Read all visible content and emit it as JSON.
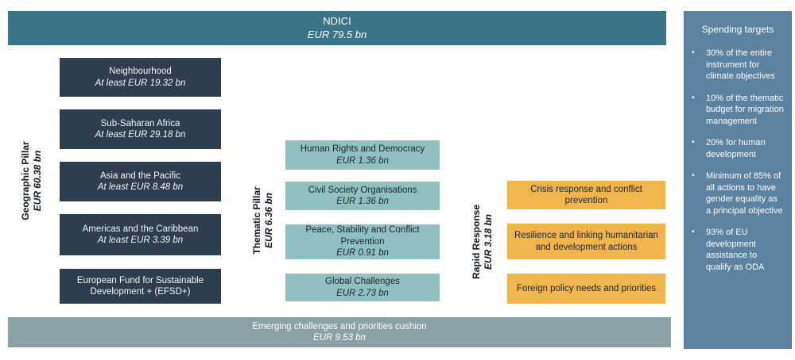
{
  "header": {
    "title": "NDICI",
    "amount": "EUR 79.5 bn"
  },
  "pillars": [
    {
      "label": "Geographic Pillar",
      "amount": "EUR 60.38 bn",
      "boxes": [
        {
          "title": "Neighbourhood",
          "amount": "At least EUR 19.32 bn"
        },
        {
          "title": "Sub-Saharan Africa",
          "amount": "At least EUR 29.18 bn"
        },
        {
          "title": "Asia and the Pacific",
          "amount": "At least EUR 8.48 bn"
        },
        {
          "title": "Americas and the Caribbean",
          "amount": "At least EUR 3.39 bn"
        },
        {
          "title": "European Fund for Sustainable Development + (EFSD+)",
          "amount": ""
        }
      ]
    },
    {
      "label": "Thematic Pillar",
      "amount": "EUR 6.36 bn",
      "boxes": [
        {
          "title": "Human Rights and Democracy",
          "amount": "EUR 1.36 bn"
        },
        {
          "title": "Civil Society Organisations",
          "amount": "EUR 1.36 bn"
        },
        {
          "title": "Peace, Stability and Conflict Prevention",
          "amount": "EUR 0.91 bn"
        },
        {
          "title": "Global Challenges",
          "amount": "EUR 2.73 bn"
        }
      ]
    },
    {
      "label": "Rapid Response",
      "amount": "EUR 3.18 bn",
      "boxes": [
        {
          "title": "Crisis response and conflict prevention",
          "amount": ""
        },
        {
          "title": "Resilience and linking humanitarian and development actions",
          "amount": ""
        },
        {
          "title": "Foreign policy needs and priorities",
          "amount": ""
        }
      ]
    }
  ],
  "cushion": {
    "title": "Emerging challenges and priorities cushion",
    "amount": "EUR 9.53 bn"
  },
  "spending_targets": {
    "title": "Spending targets",
    "bullet": "•",
    "items": [
      "30% of the entire instrument for climate objectives",
      "10% of the thematic budget for migration management",
      " 20% for human development",
      "Minimum of 85% of all actions to have gender equality as a principal objective",
      "93% of EU development assistance to qualify as ODA"
    ]
  },
  "colors": {
    "banner": "#3b7486",
    "geographic_box": "#2d3e4e",
    "thematic_box": "#90c1c0",
    "rapid_box": "#f0b54d",
    "cushion_bar": "#8aa1a6",
    "sidebar": "#5c82a2"
  }
}
